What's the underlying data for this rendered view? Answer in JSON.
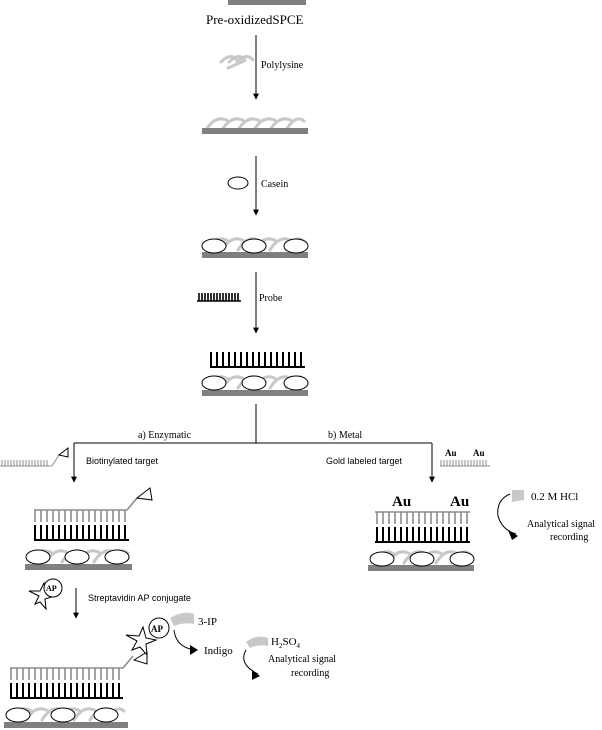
{
  "colors": {
    "substrate": "#808080",
    "polylysine": "#c8c8c8",
    "ink": "#000000",
    "target_strand": "#8c8c8c"
  },
  "steps": {
    "substrate_label": "Pre-oxidizedSPCE",
    "polylysine_label": "Polylysine",
    "casein_label": "Casein",
    "probe_label": "Probe"
  },
  "branches": {
    "enzymatic": {
      "label": "a) Enzymatic",
      "target_label": "Biotinylated target",
      "conjugate_label": "Streptavidin AP conjugate",
      "ap_label": "AP",
      "substrate_label": "3-IP",
      "product_label": "Indigo",
      "acid_label_main": "H",
      "acid_label_sub": "2",
      "acid_label_rest": "SO",
      "acid_label_sub2": "4",
      "signal_line1": "Analytical signal",
      "signal_line2": "recording"
    },
    "metal": {
      "label": "b) Metal",
      "target_label": "Gold labeled target",
      "gold_label": "Au",
      "hcl_label": "0.2 M HCl",
      "signal_line1": "Analytical signal",
      "signal_line2": "recording"
    }
  },
  "icons": [
    "arrow-icon",
    "casein-ellipse-icon",
    "probe-comb-icon",
    "triangle-biotin-icon",
    "ap-enzyme-icon",
    "curved-arrow-icon"
  ]
}
